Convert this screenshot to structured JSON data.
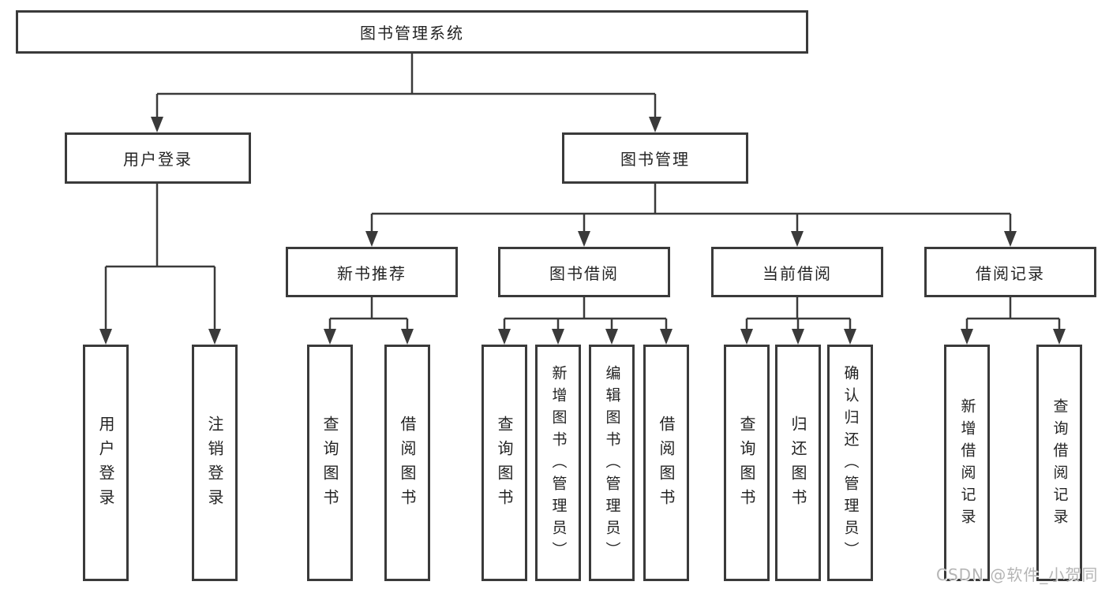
{
  "tree": {
    "root": "图书管理系统",
    "level1": [
      {
        "label": "用户登录",
        "leaves": [
          "用户登录",
          "注销登录"
        ]
      },
      {
        "label": "图书管理",
        "sections": [
          {
            "label": "新书推荐",
            "leaves": [
              "查询图书",
              "借阅图书"
            ]
          },
          {
            "label": "图书借阅",
            "leaves": [
              "查询图书",
              "新增图书（管理员）",
              "编辑图书（管理员）",
              "借阅图书"
            ]
          },
          {
            "label": "当前借阅",
            "leaves": [
              "查询图书",
              "归还图书",
              "确认归还（管理员）"
            ]
          },
          {
            "label": "借阅记录",
            "leaves": [
              "新增借阅记录",
              "查询借阅记录"
            ]
          }
        ]
      }
    ]
  },
  "watermark": "CSDN @软件_小贺同学",
  "colors": {
    "line": "#3a3a3a",
    "box_border": "#3a3a3a",
    "text": "#242424",
    "watermark": "#b5b5b5",
    "background": "#ffffff"
  }
}
